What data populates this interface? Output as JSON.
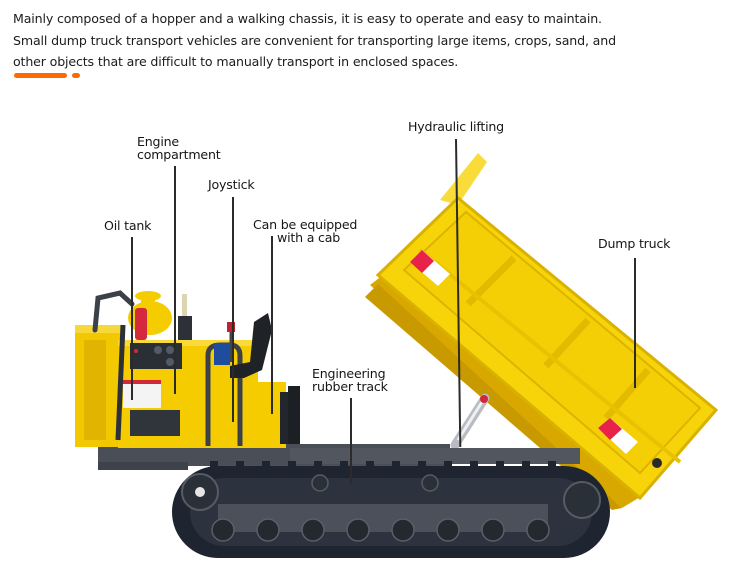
{
  "description": {
    "lines": [
      "Mainly composed of a hopper and a walking chassis, it is easy to operate and easy to maintain.",
      "Small dump truck transport vehicles are convenient for transporting large items, crops, sand, and",
      "other objects that are difficult to manually transport in enclosed spaces."
    ]
  },
  "colors": {
    "accent": "#ff6a00",
    "body_yellow": "#f4cc00",
    "hopper_yellow": "#f7d30a",
    "track": "#1e2530",
    "frame": "#4a4e57",
    "leader_line": "#2b2b2b"
  },
  "callouts": [
    {
      "id": "oil-tank",
      "lines": [
        "Oil tank"
      ]
    },
    {
      "id": "engine-compartment",
      "lines": [
        "Engine",
        "compartment"
      ]
    },
    {
      "id": "joystick",
      "lines": [
        "Joystick"
      ]
    },
    {
      "id": "cab",
      "lines": [
        "Can be equipped",
        "with a cab"
      ]
    },
    {
      "id": "hydraulic-lifting",
      "lines": [
        "Hydraulic lifting"
      ]
    },
    {
      "id": "dump-truck",
      "lines": [
        "Dump truck"
      ]
    },
    {
      "id": "rubber-track",
      "lines": [
        "Engineering",
        "rubber track"
      ]
    }
  ],
  "image": {
    "subject": "tracked-mini-dump-truck",
    "state": "hopper-raised"
  }
}
